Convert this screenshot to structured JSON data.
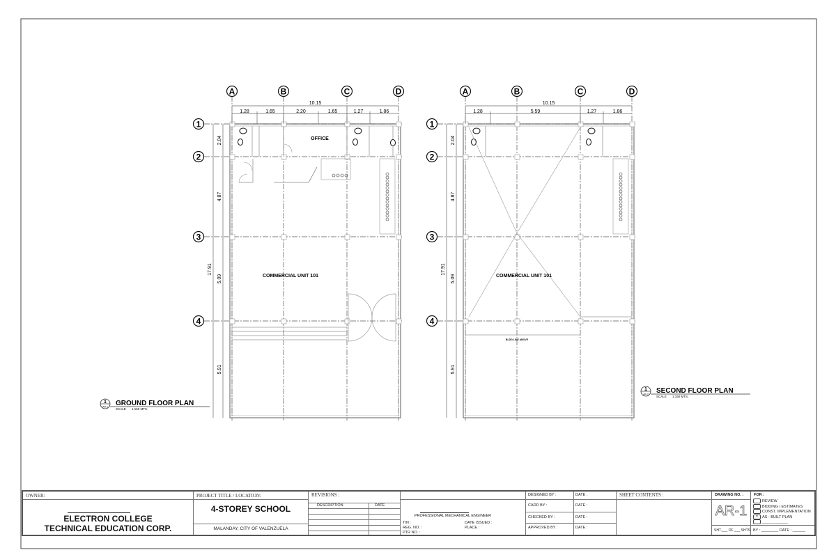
{
  "plans": [
    {
      "id": "ground",
      "title": "GROUND FLOOR PLAN",
      "scale_label": "SCALE",
      "scale_value": "1:150 MTS.",
      "ref_number": "1",
      "ref_sheet": "AR 1",
      "overall_width": "10.15",
      "top_dims": [
        "1.28",
        "1.65",
        "2.20",
        "1.65",
        "1.27",
        "1.86"
      ],
      "side_dims": [
        "2.04",
        "4.87",
        "5.09",
        "5.91"
      ],
      "overall_depth": "17.91",
      "room_labels": {
        "office": "OFFICE",
        "unit": "COMMERCIAL UNIT 101"
      }
    },
    {
      "id": "second",
      "title": "SECOND FLOOR PLAN",
      "scale_label": "SCALE",
      "scale_value": "1:150 MTS.",
      "ref_number": "1",
      "ref_sheet": "AR 2",
      "overall_width": "10.15",
      "top_dims": [
        "1.28",
        "5.59",
        "1.27",
        "1.86"
      ],
      "side_dims": [
        "2.04",
        "4.87",
        "5.09",
        "5.91"
      ],
      "overall_depth": "17.91",
      "room_labels": {
        "unit": "COMMERCIAL UNIT 101",
        "note": "BLDG LINE ABOVE"
      }
    }
  ],
  "grid_columns": [
    "A",
    "B",
    "C",
    "D"
  ],
  "grid_rows": [
    "1",
    "2",
    "3",
    "4"
  ],
  "title_block": {
    "owner_label": "OWNER:",
    "owner_line1": "ELECTRON COLLEGE",
    "owner_line2": "TECHNICAL EDUCATION CORP.",
    "project_label": "PROJECT TITLE / LOCATION:",
    "project_title": "4-STOREY SCHOOL",
    "location": "MALANDAY, CITY OF VALENZUELA",
    "revisions_label": "REVISIONS :",
    "rev_description": "DESCRIPTION",
    "rev_date": "DATE",
    "engineer_title": "PROFESSIONAL MECHANICAL ENGINEER",
    "tin": "TIN        :",
    "reg_no": "REG. NO. :",
    "ptr_no": "PTR NO.  :",
    "date_issued": "DATE ISSUED :",
    "place": "PLACE :",
    "designed_by": "DESIGNED BY   :",
    "cadd_by": "CADD BY        :",
    "checked_by": "CHECKED BY   :",
    "approved_by": "APPROVED BY :",
    "date_label": "DATE :",
    "sheet_contents_label": "SHEET CONTENTS :",
    "drawing_no_label": "DRAWING NO. :",
    "drawing_no": "AR-1",
    "sheet_of": "SHT.___ OF ___ SHTS.",
    "for_label": "FOR :",
    "for_options": [
      {
        "label": "REVIEW",
        "checked": false
      },
      {
        "label": "BIDDING / ESTIMATES",
        "checked": false
      },
      {
        "label": "CONST. IMPLEMENTATION",
        "checked": false
      },
      {
        "label": "AS - BUILT PLAN",
        "checked": true
      },
      {
        "label": "____________",
        "checked": false
      }
    ],
    "by_date": "BY : ________ DATE : ______"
  }
}
